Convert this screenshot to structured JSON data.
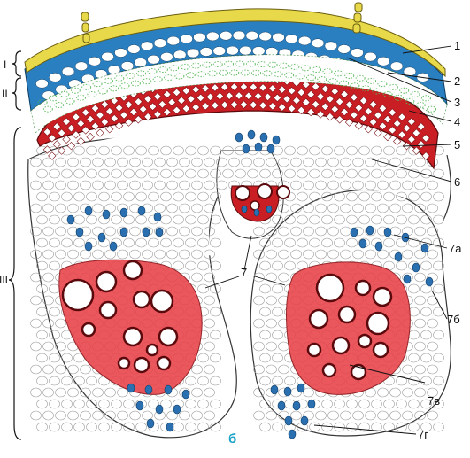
{
  "colors": {
    "cuticle": "#e8d94a",
    "epidermis_blue": "#2a7fc0",
    "chlorenchyma_green": "#58b85a",
    "sclerenchyma_red": "#c81e24",
    "xylem_red": "#c81e24",
    "phloem_blue": "#2a6fb0",
    "parenchyma_line": "#333333",
    "caption": "#1aa3c8"
  },
  "regions": {
    "I": "I",
    "II": "II",
    "III": "III"
  },
  "labels": {
    "l1": "1",
    "l2": "2",
    "l3": "3",
    "l4": "4",
    "l5": "5",
    "l6": "6",
    "l7": "7",
    "l7a": "7а",
    "l7b": "7б",
    "l7v": "7в",
    "l7g": "7г"
  },
  "caption": "б",
  "icons": {
    "hairs": "trichome-icon"
  }
}
